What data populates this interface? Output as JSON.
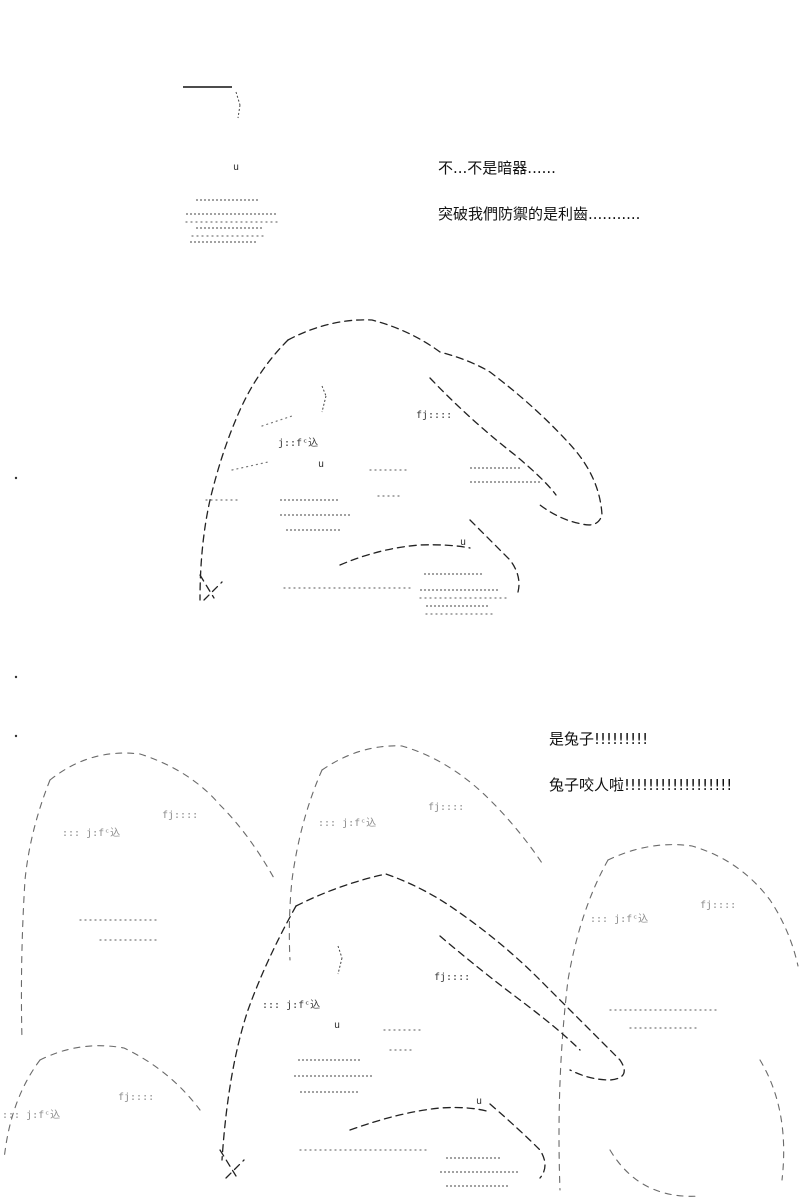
{
  "dialogue_top": [
    "不...不是暗器......",
    "突破我們防禦的是利齒..........."
  ],
  "dialogue_bottom": [
    "是兔子!!!!!!!!!",
    "兔子咬人啦!!!!!!!!!!!!!!!!!!"
  ]
}
